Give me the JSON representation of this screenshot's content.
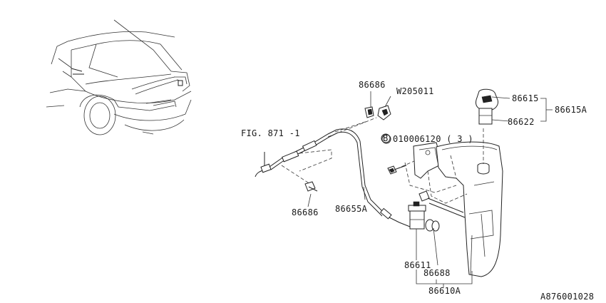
{
  "labels": {
    "fig_ref": "FIG. 871 -1",
    "p86686_top": "86686",
    "w205011": "W205011",
    "bolt_code": "010006120 ( 3 )",
    "bolt_marker": "B",
    "p86615": "86615",
    "p86615A": "86615A",
    "p86622": "86622",
    "p86686_bottom": "86686",
    "p86655A": "86655A",
    "p86611": "86611",
    "p86688": "86688",
    "p86610A": "86610A",
    "drawing_id": "A876001028"
  },
  "colors": {
    "line": "#222222",
    "background": "#ffffff"
  }
}
